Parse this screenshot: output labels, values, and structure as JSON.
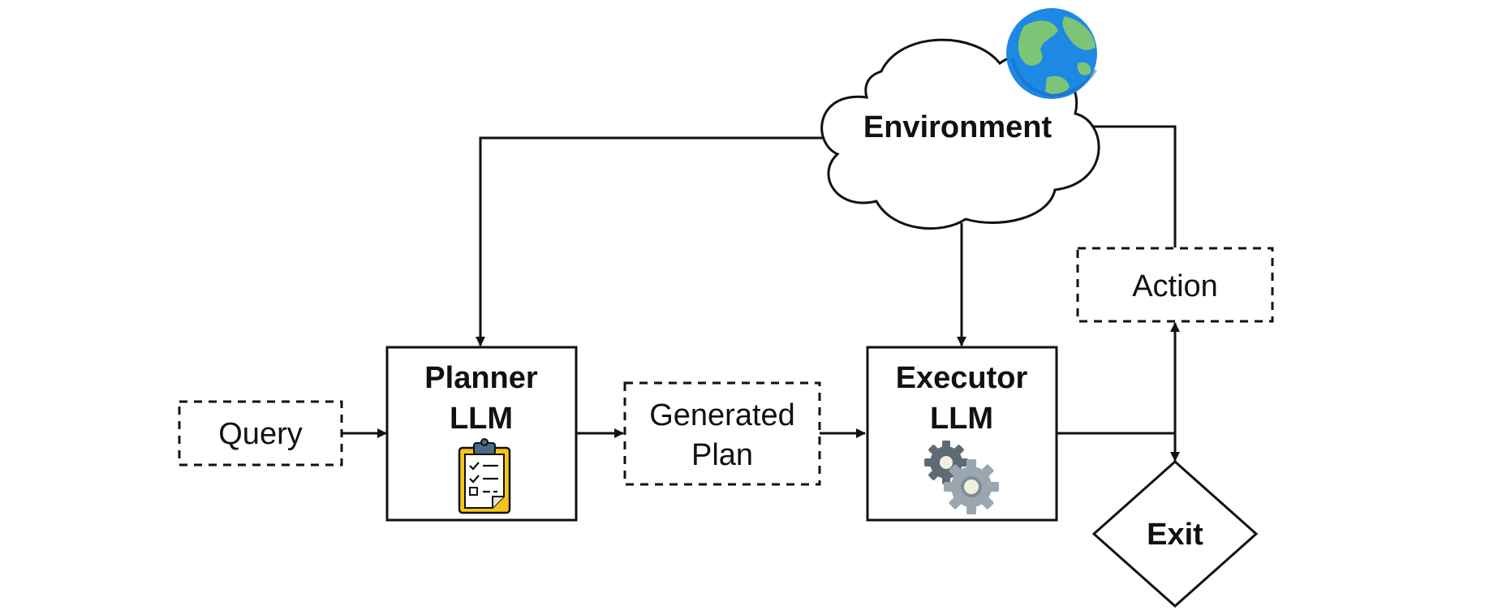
{
  "nodes": {
    "environment": {
      "label": "Environment"
    },
    "query": {
      "label": "Query"
    },
    "planner": {
      "line1": "Planner",
      "line2": "LLM"
    },
    "generated_plan": {
      "line1": "Generated",
      "line2": "Plan"
    },
    "executor": {
      "line1": "Executor",
      "line2": "LLM"
    },
    "action": {
      "label": "Action"
    },
    "exit": {
      "label": "Exit"
    }
  },
  "icons": {
    "environment": "globe-icon",
    "planner": "clipboard-checklist-icon",
    "executor": "gears-icon"
  },
  "colors": {
    "stroke": "#111111",
    "globe_ocean": "#1e88e5",
    "globe_land": "#7cc576",
    "clipboard_board": "#f5c518",
    "clipboard_clip": "#4a6b82",
    "gear_dark": "#5f6b73",
    "gear_light": "#9aa7b0"
  }
}
